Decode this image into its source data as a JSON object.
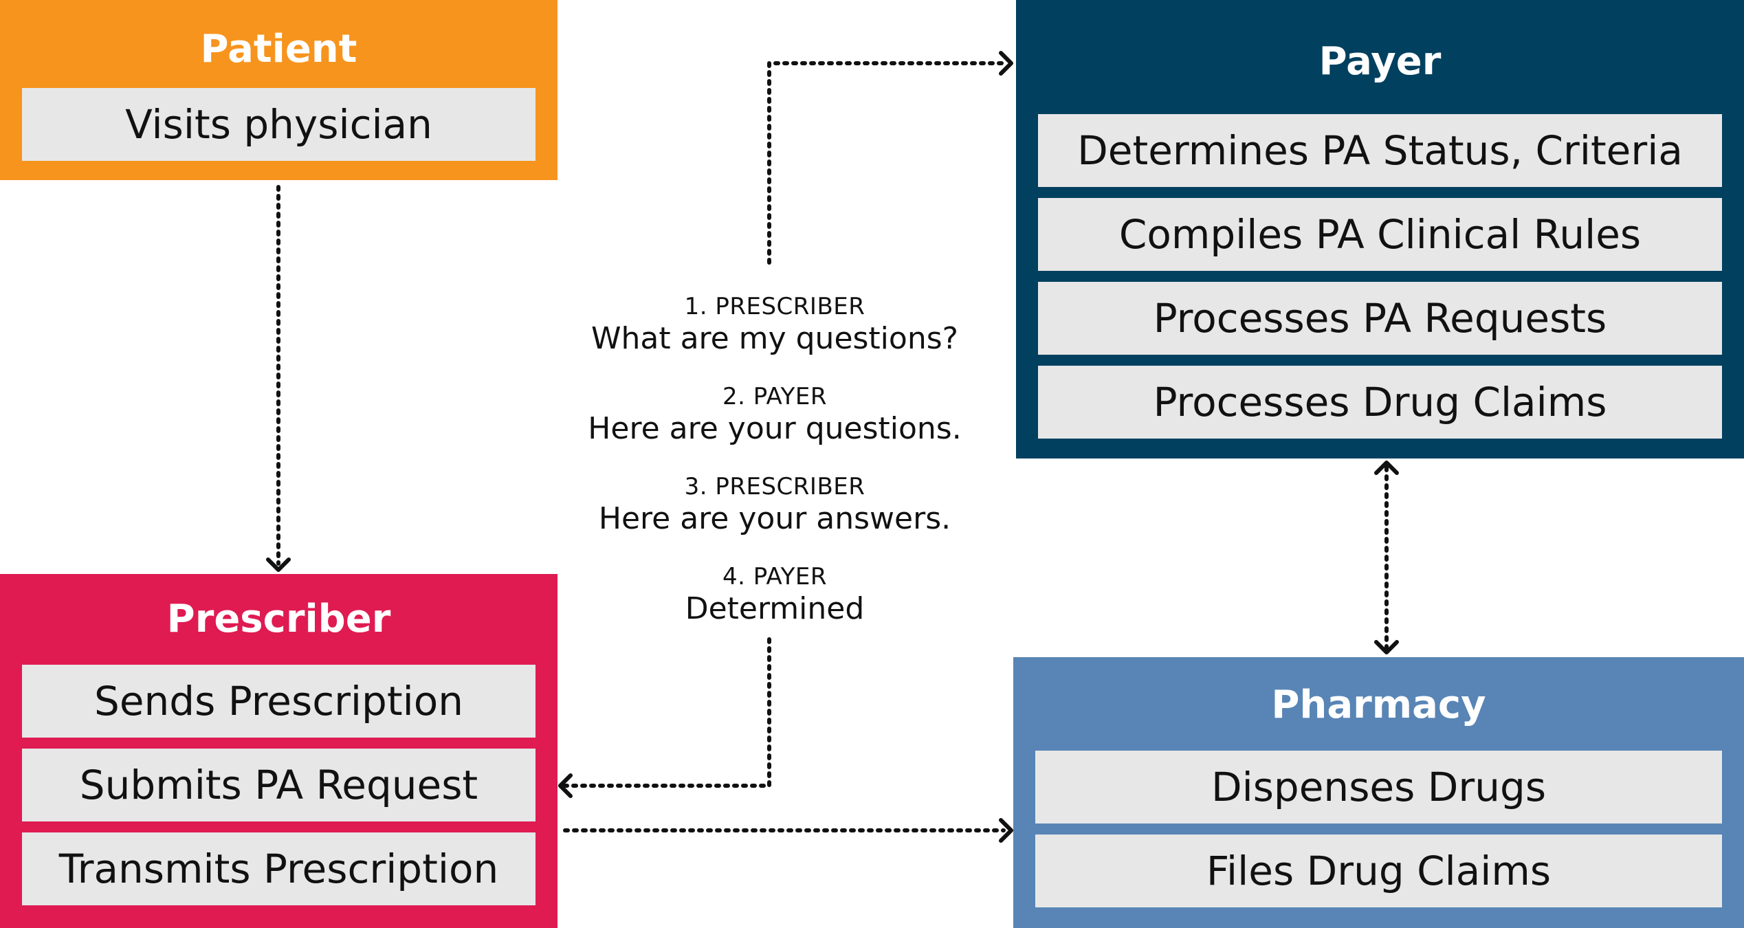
{
  "colors": {
    "patient": "#f7941d",
    "prescriber": "#df1b52",
    "payer": "#02405f",
    "pharmacy": "#5885b5",
    "item_bg": "#e7e7e8",
    "connector": "#111111"
  },
  "patient": {
    "title": "Patient",
    "items": [
      "Visits physician"
    ]
  },
  "prescriber": {
    "title": "Prescriber",
    "items": [
      "Sends Prescription",
      "Submits PA Request",
      "Transmits Prescription"
    ]
  },
  "payer": {
    "title": "Payer",
    "items": [
      "Determines PA Status, Criteria",
      "Compiles PA Clinical Rules",
      "Processes PA Requests",
      "Processes Drug Claims"
    ]
  },
  "pharmacy": {
    "title": "Pharmacy",
    "items": [
      "Dispenses Drugs",
      "Files Drug Claims"
    ]
  },
  "exchange": {
    "steps": [
      {
        "label": "1. PRESCRIBER",
        "text": "What are my questions?"
      },
      {
        "label": "2. PAYER",
        "text": "Here are your questions."
      },
      {
        "label": "3. PRESCRIBER",
        "text": "Here are your answers."
      },
      {
        "label": "4. PAYER",
        "text": "Determined"
      }
    ]
  }
}
